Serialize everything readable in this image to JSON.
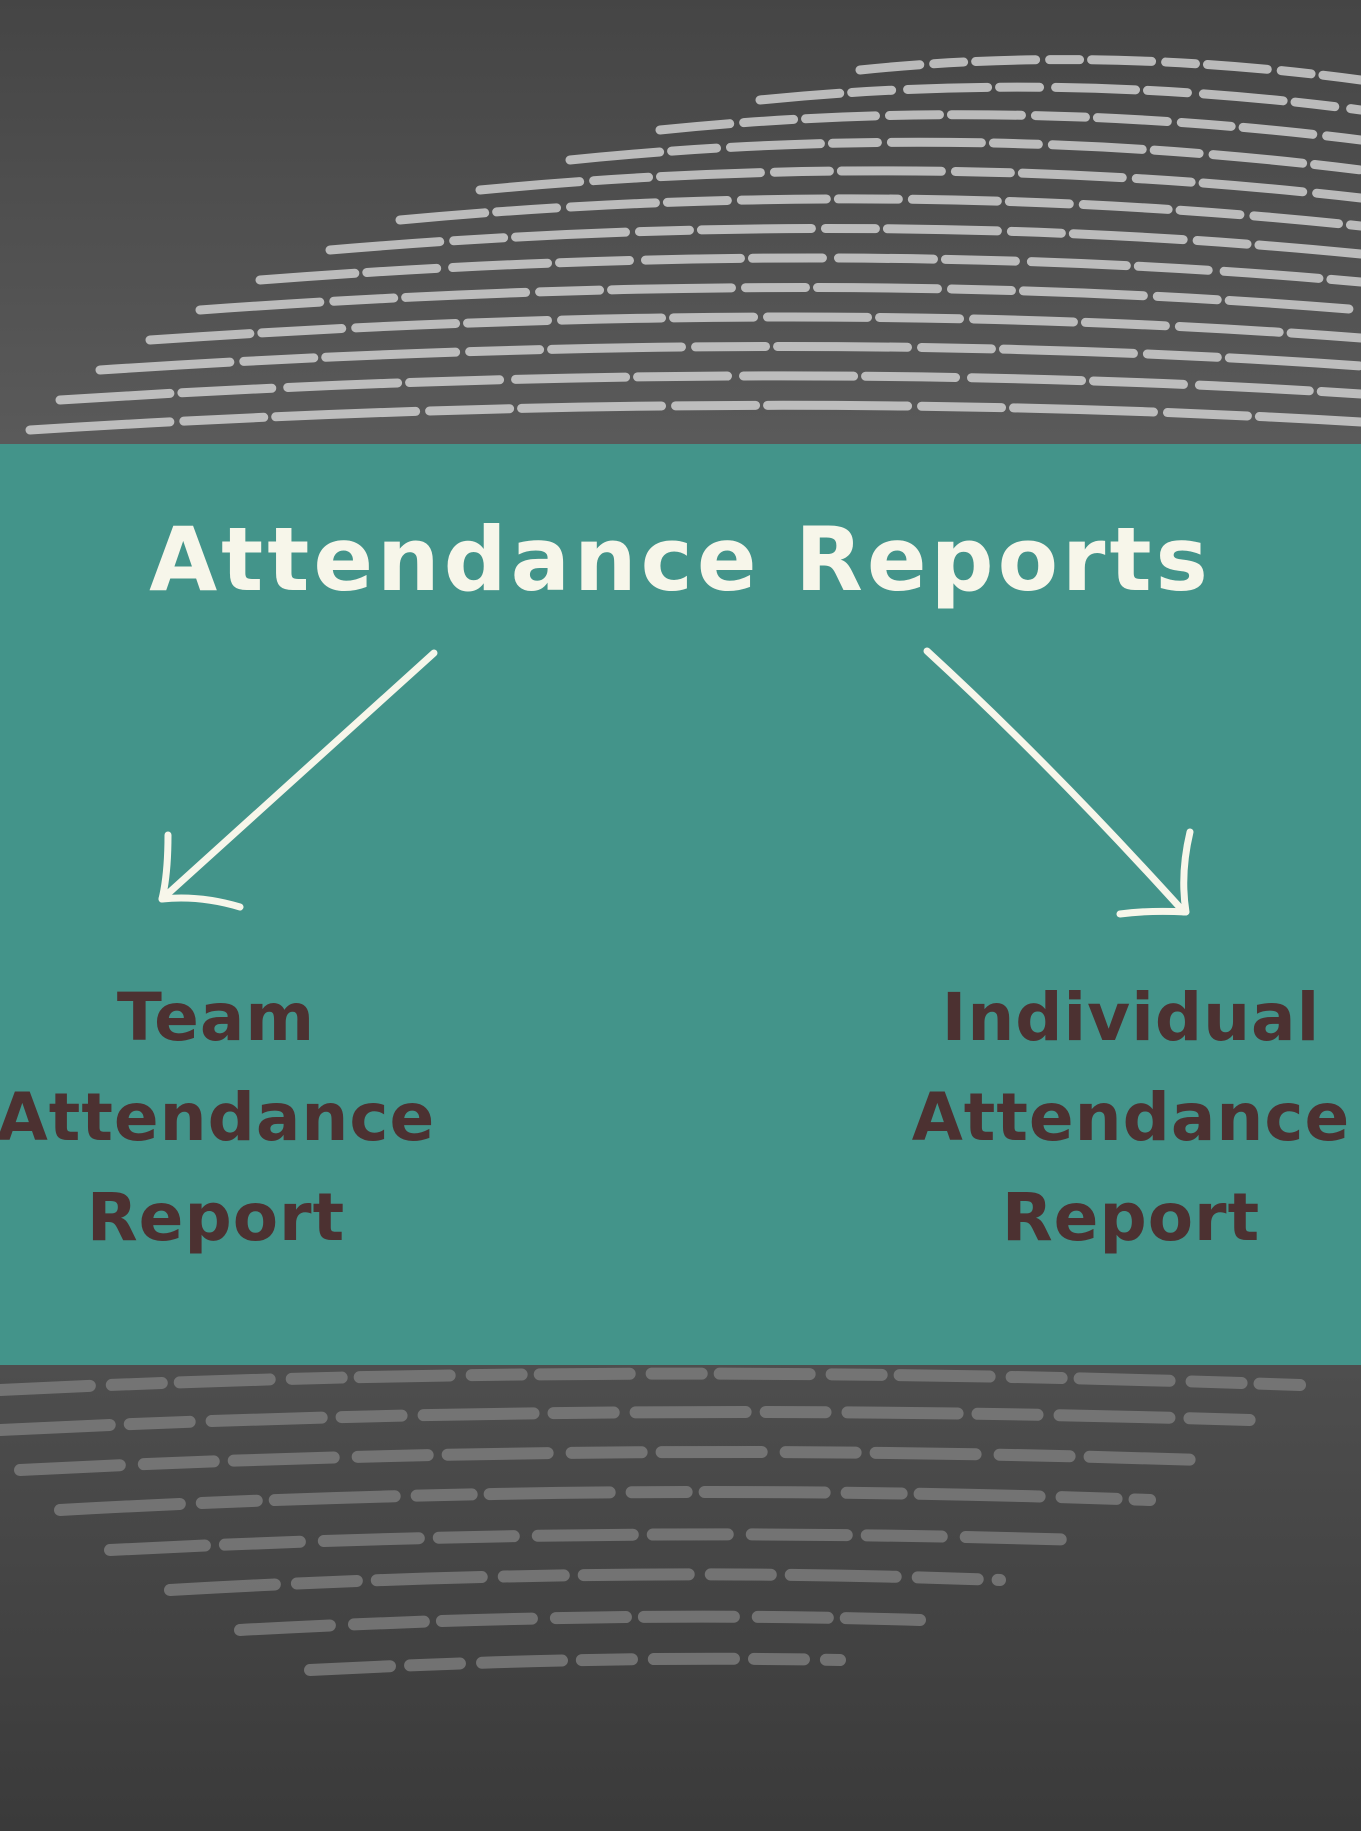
{
  "diagram": {
    "title": "Attendance Reports",
    "colors": {
      "band": "#43948a",
      "title_text": "#f7f6ea",
      "label_text": "#4c3131",
      "arrow": "#f7f6ea"
    },
    "nodes": [
      {
        "id": "team",
        "lines": [
          "Team",
          "Attendance",
          "Report"
        ]
      },
      {
        "id": "individual",
        "lines": [
          "Individual",
          "Attendance",
          "Report"
        ]
      }
    ],
    "edges": [
      {
        "from": "title",
        "to": "team"
      },
      {
        "from": "title",
        "to": "individual"
      }
    ],
    "background": "fingerprint-texture"
  }
}
